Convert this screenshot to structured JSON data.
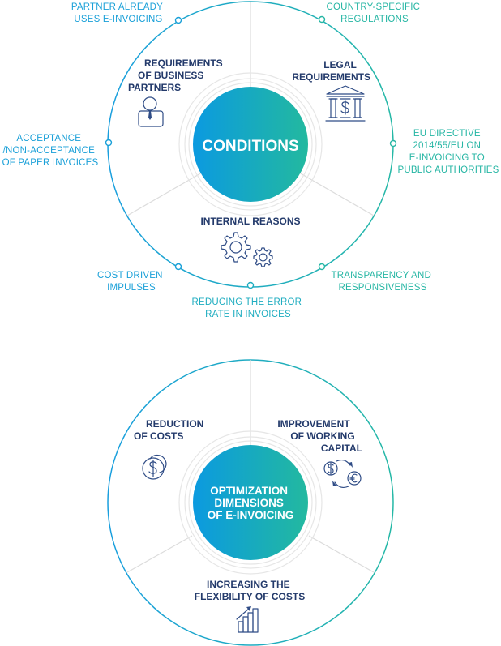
{
  "conditions_diagram": {
    "center_label": "CONDITIONS",
    "sectors": [
      {
        "id": "business-partners",
        "lines": [
          "REQUIREMENTS",
          "OF BUSINESS",
          "PARTNERS"
        ],
        "icon": "person-with-tie-icon"
      },
      {
        "id": "legal",
        "lines": [
          "LEGAL",
          "REQUIREMENTS"
        ],
        "icon": "bank-dollar-icon"
      },
      {
        "id": "internal",
        "lines": [
          "INTERNAL REASONS"
        ],
        "icon": "gears-icon"
      }
    ],
    "outer_nodes": [
      {
        "id": "partner-einvoicing",
        "lines": [
          "PARTNER ALREADY",
          "USES E-INVOICING"
        ],
        "color": "#1aa0d8"
      },
      {
        "id": "country-regulations",
        "lines": [
          "COUNTRY-SPECIFIC",
          "REGULATIONS"
        ],
        "color": "#26b6a4"
      },
      {
        "id": "paper-acceptance",
        "lines": [
          "ACCEPTANCE",
          "/NON-ACCEPTANCE",
          "OF PAPER INVOICES"
        ],
        "color": "#1aa0d8"
      },
      {
        "id": "eu-directive",
        "lines": [
          "EU DIRECTIVE",
          "2014/55/EU ON",
          "E-INVOICING TO",
          "PUBLIC AUTHORITIES"
        ],
        "color": "#26b6a4"
      },
      {
        "id": "cost-driven",
        "lines": [
          "COST DRIVEN",
          "IMPULSES"
        ],
        "color": "#1aa0d8"
      },
      {
        "id": "error-rate",
        "lines": [
          "REDUCING THE ERROR",
          "RATE IN INVOICES"
        ],
        "color": "#1fadc0"
      },
      {
        "id": "transparency",
        "lines": [
          "TRANSPARENCY AND",
          "RESPONSIVENESS"
        ],
        "color": "#26b6a4"
      }
    ]
  },
  "optimization_diagram": {
    "center_lines": [
      "OPTIMIZATION",
      "DIMENSIONS",
      "OF E-INVOICING"
    ],
    "sectors": [
      {
        "id": "reduction-costs",
        "lines": [
          "REDUCTION",
          "OF COSTS"
        ],
        "icon": "coins-dollar-icon"
      },
      {
        "id": "working-capital",
        "lines": [
          "IMPROVEMENT",
          "OF WORKING",
          "CAPITAL"
        ],
        "icon": "currency-exchange-icon"
      },
      {
        "id": "flexibility-costs",
        "lines": [
          "INCREASING THE",
          "FLEXIBILITY OF COSTS"
        ],
        "icon": "growth-chart-icon"
      }
    ]
  },
  "colors": {
    "gradient_start": "#0b9ae0",
    "gradient_end": "#23b99f",
    "outer_blue": "#1aa0d8",
    "outer_teal": "#26b6a4",
    "sector_text": "#233a6b",
    "icon_stroke": "#2f4c86"
  }
}
